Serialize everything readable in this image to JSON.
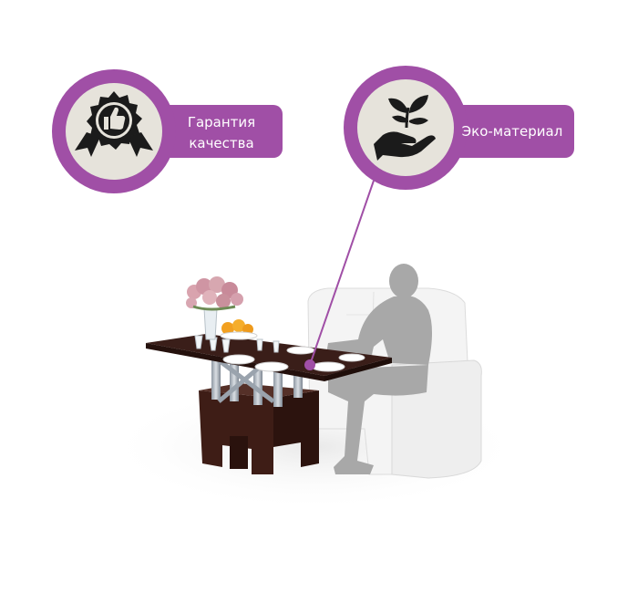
{
  "badges": {
    "quality": {
      "line1": "Гарантия",
      "line2": "качества",
      "icon": "award-thumbs-up-icon"
    },
    "eco": {
      "label": "Эко-материал",
      "icon": "hand-leaves-icon"
    }
  },
  "colors": {
    "accent": "#a04fa6",
    "icon_bg": "#e6e3db",
    "table_top": "#3a1f1a",
    "table_base": "#3d1d16",
    "sofa": "#f2f2f2",
    "person": "#a9a9a9"
  }
}
